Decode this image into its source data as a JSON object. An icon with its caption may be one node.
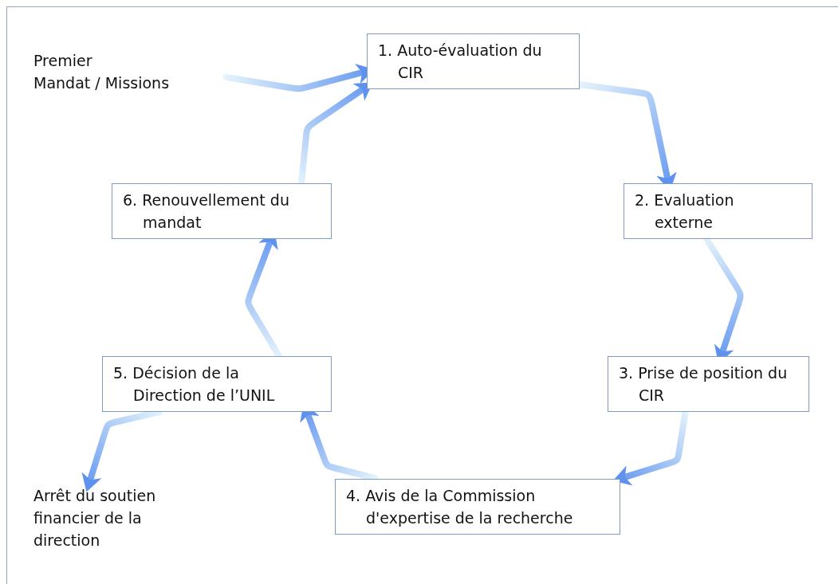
{
  "diagram": {
    "nodes": [
      {
        "text": [
          "Premier Mandat / Missions"
        ]
      },
      {
        "text": [
          "1. Auto-évaluation du CIR"
        ]
      },
      {
        "text": [
          "2. Evaluation externe"
        ]
      },
      {
        "text": [
          "3. Prise de position du CIR"
        ]
      },
      {
        "text": [
          "4. Avis de la Commission d'expertise de la recherche"
        ]
      },
      {
        "text": [
          "5. Décision de la Direction de l’UNIL"
        ]
      },
      {
        "text": [
          "6. Renouvellement du mandat"
        ]
      },
      {
        "text": [
          "Arrêt du soutien financier de la direction"
        ]
      }
    ],
    "edges": [
      {
        "from": 0,
        "to": 1,
        "arrow": "to"
      },
      {
        "from": 1,
        "to": 2,
        "arrow": "to"
      },
      {
        "from": 2,
        "to": 3,
        "arrow": "to"
      },
      {
        "from": 3,
        "to": 4,
        "arrow": "to"
      },
      {
        "from": 4,
        "to": 5,
        "arrow": "to"
      },
      {
        "from": 5,
        "to": 6,
        "arrow": "to"
      },
      {
        "from": 6,
        "to": 1,
        "arrow": "to"
      },
      {
        "from": 5,
        "to": 7,
        "arrow": "to"
      }
    ]
  }
}
